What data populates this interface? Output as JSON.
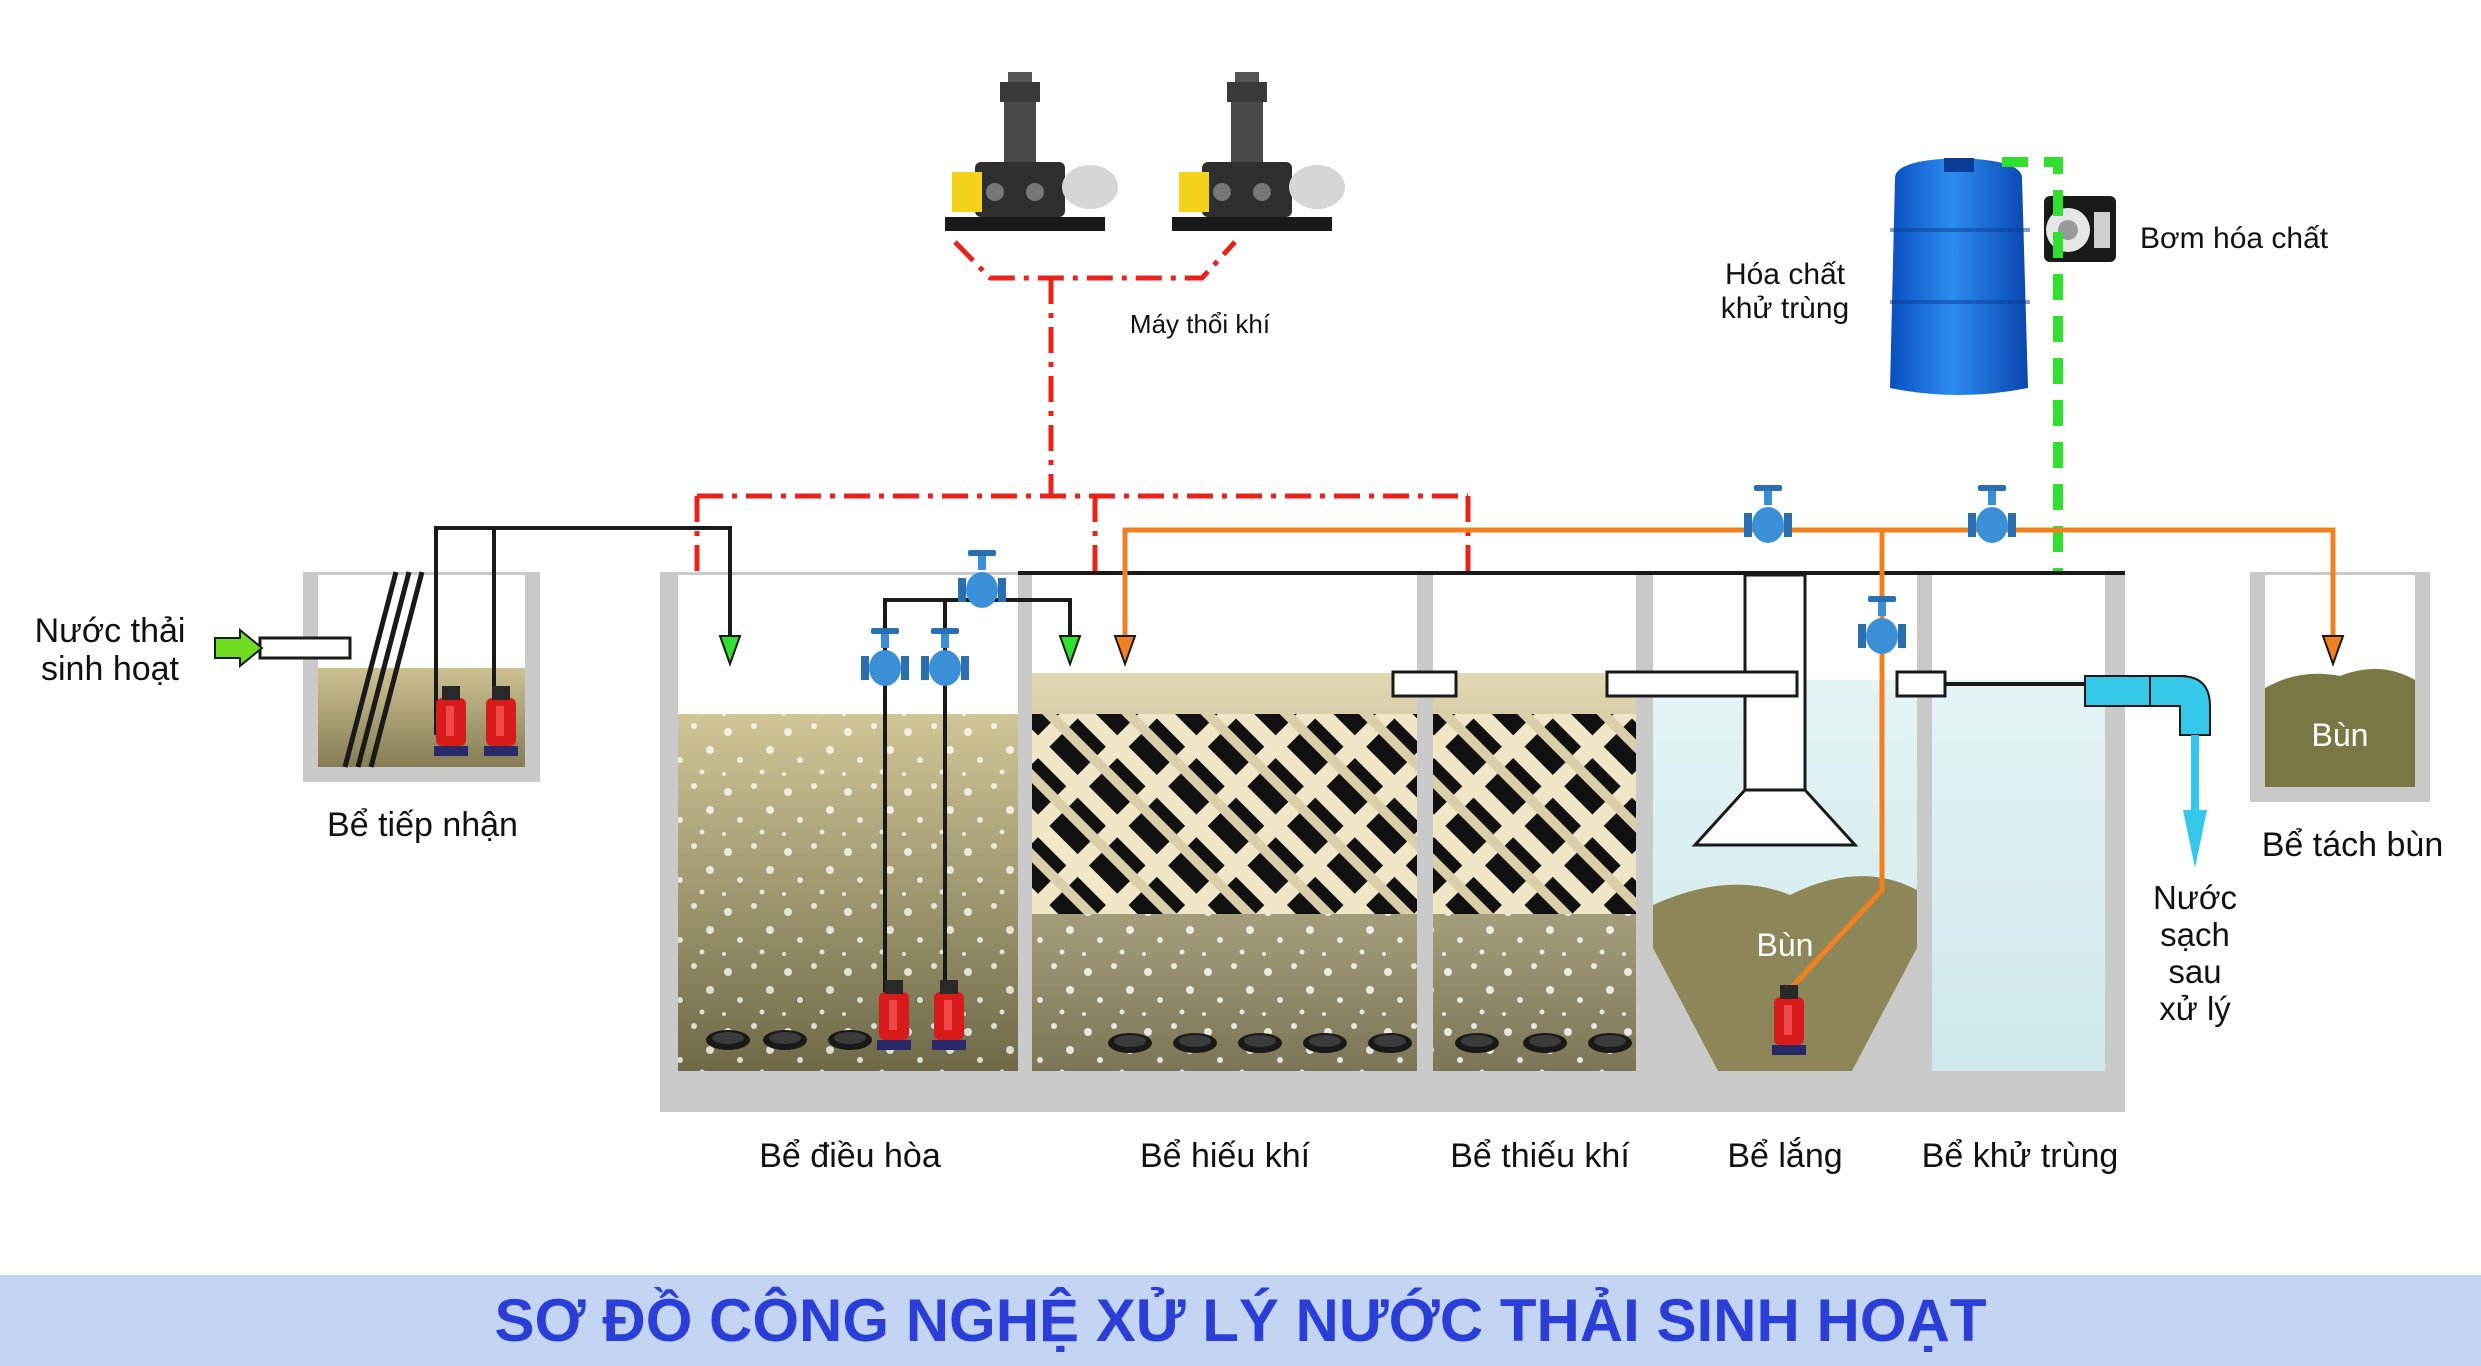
{
  "title": "SƠ ĐỒ CÔNG NGHỆ XỬ LÝ NƯỚC THẢI SINH HOẠT",
  "labels": {
    "inlet": "Nước thải\nsinh hoạt",
    "receiving_tank": "Bể tiếp nhận",
    "equalization_tank": "Bể điều hòa",
    "aerobic_tank": "Bể hiếu khí",
    "anoxic_tank": "Bể thiếu khí",
    "settling_tank": "Bể lắng",
    "disinfection_tank": "Bể khử trùng",
    "sludge_tank": "Bể tách bùn",
    "blower": "Máy thổi khí",
    "chemical": "Hóa chất\nkhử trùng",
    "chemical_pump": "Bơm hóa chất",
    "treated_water": "Nước\nsạch\nsau\nxử lý",
    "sludge_settling": "Bùn",
    "sludge_tank_content": "Bùn"
  },
  "colors": {
    "title_text": "#2b3fd8",
    "title_band": "#c3d5f3",
    "air_line": "#e8231c",
    "sludge_line": "#f08020",
    "chemical_line": "#2fe02f",
    "water_line": "#111111",
    "outlet_pipe": "#35c8e8",
    "valve": "#3a8fd6"
  }
}
